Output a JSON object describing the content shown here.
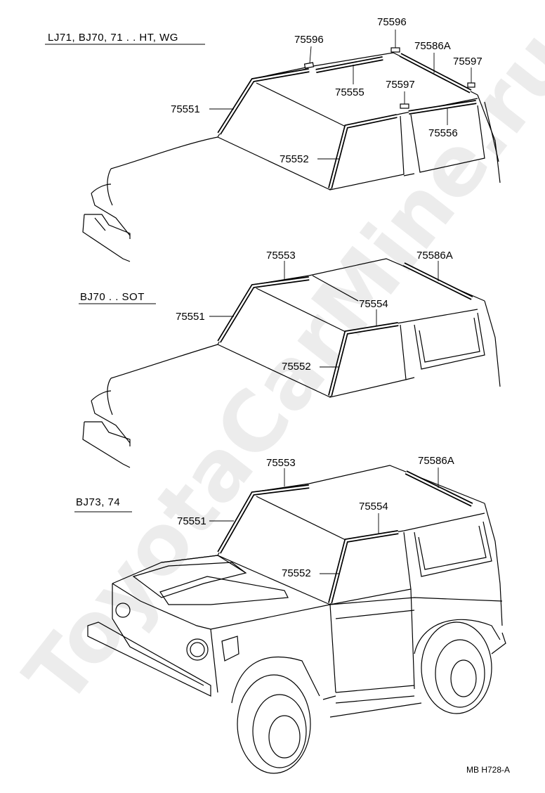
{
  "diagram": {
    "groups": [
      {
        "heading": "LJ71, BJ70, 71 . . HT, WG"
      },
      {
        "heading": "BJ70 . . SOT"
      },
      {
        "heading": "BJ73, 74"
      }
    ],
    "labels": {
      "g1_75596_left": "75596",
      "g1_75596_top": "75596",
      "g1_75586A": "75586A",
      "g1_75597_right": "75597",
      "g1_75555": "75555",
      "g1_75597_mid": "75597",
      "g1_75551": "75551",
      "g1_75556": "75556",
      "g1_75552": "75552",
      "g2_75553": "75553",
      "g2_75586A": "75586A",
      "g2_75551": "75551",
      "g2_75554": "75554",
      "g2_75552": "75552",
      "g3_75553": "75553",
      "g3_75586A": "75586A",
      "g3_75551": "75551",
      "g3_75554": "75554",
      "g3_75552": "75552"
    },
    "figure_code": "MB  H728-A",
    "watermark": "ToyotaCarMine.ru"
  }
}
